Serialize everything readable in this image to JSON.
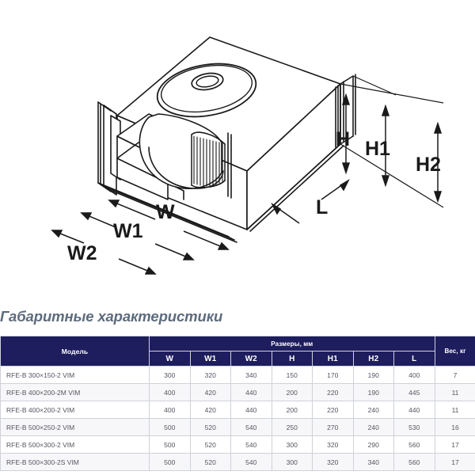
{
  "drawing": {
    "name": "rectangular-duct-fan-isometric",
    "labels": {
      "w": "W",
      "w1": "W1",
      "w2": "W2",
      "h": "H",
      "h1": "H1",
      "h2": "H2",
      "l": "L"
    }
  },
  "section": {
    "title": "Габаритные характеристики",
    "title_color": "#5d6b7d"
  },
  "table": {
    "header_bg": "#1e1d5e",
    "header_text_color": "#ffffff",
    "model_header": "Модель",
    "dims_group_header": "Размеры, мм",
    "weight_header": "Вес, кг",
    "dim_columns": [
      "W",
      "W1",
      "W2",
      "H",
      "H1",
      "H2",
      "L"
    ],
    "rows": [
      {
        "model": "RFE-B 300×150-2 VIM",
        "w": "300",
        "w1": "320",
        "w2": "340",
        "h": "150",
        "h1": "170",
        "h2": "190",
        "l": "400",
        "weight": "7"
      },
      {
        "model": "RFE-B 400×200-2M VIM",
        "w": "400",
        "w1": "420",
        "w2": "440",
        "h": "200",
        "h1": "220",
        "h2": "190",
        "l": "445",
        "weight": "11"
      },
      {
        "model": "RFE-B 400×200-2 VIM",
        "w": "400",
        "w1": "420",
        "w2": "440",
        "h": "200",
        "h1": "220",
        "h2": "240",
        "l": "440",
        "weight": "11"
      },
      {
        "model": "RFE-B 500×250-2 VIM",
        "w": "500",
        "w1": "520",
        "w2": "540",
        "h": "250",
        "h1": "270",
        "h2": "240",
        "l": "530",
        "weight": "16"
      },
      {
        "model": "RFE-B 500×300-2 VIM",
        "w": "500",
        "w1": "520",
        "w2": "540",
        "h": "300",
        "h1": "320",
        "h2": "290",
        "l": "560",
        "weight": "17"
      },
      {
        "model": "RFE-B 500×300-2S VIM",
        "w": "500",
        "w1": "520",
        "w2": "540",
        "h": "300",
        "h1": "320",
        "h2": "340",
        "l": "560",
        "weight": "17"
      }
    ]
  }
}
